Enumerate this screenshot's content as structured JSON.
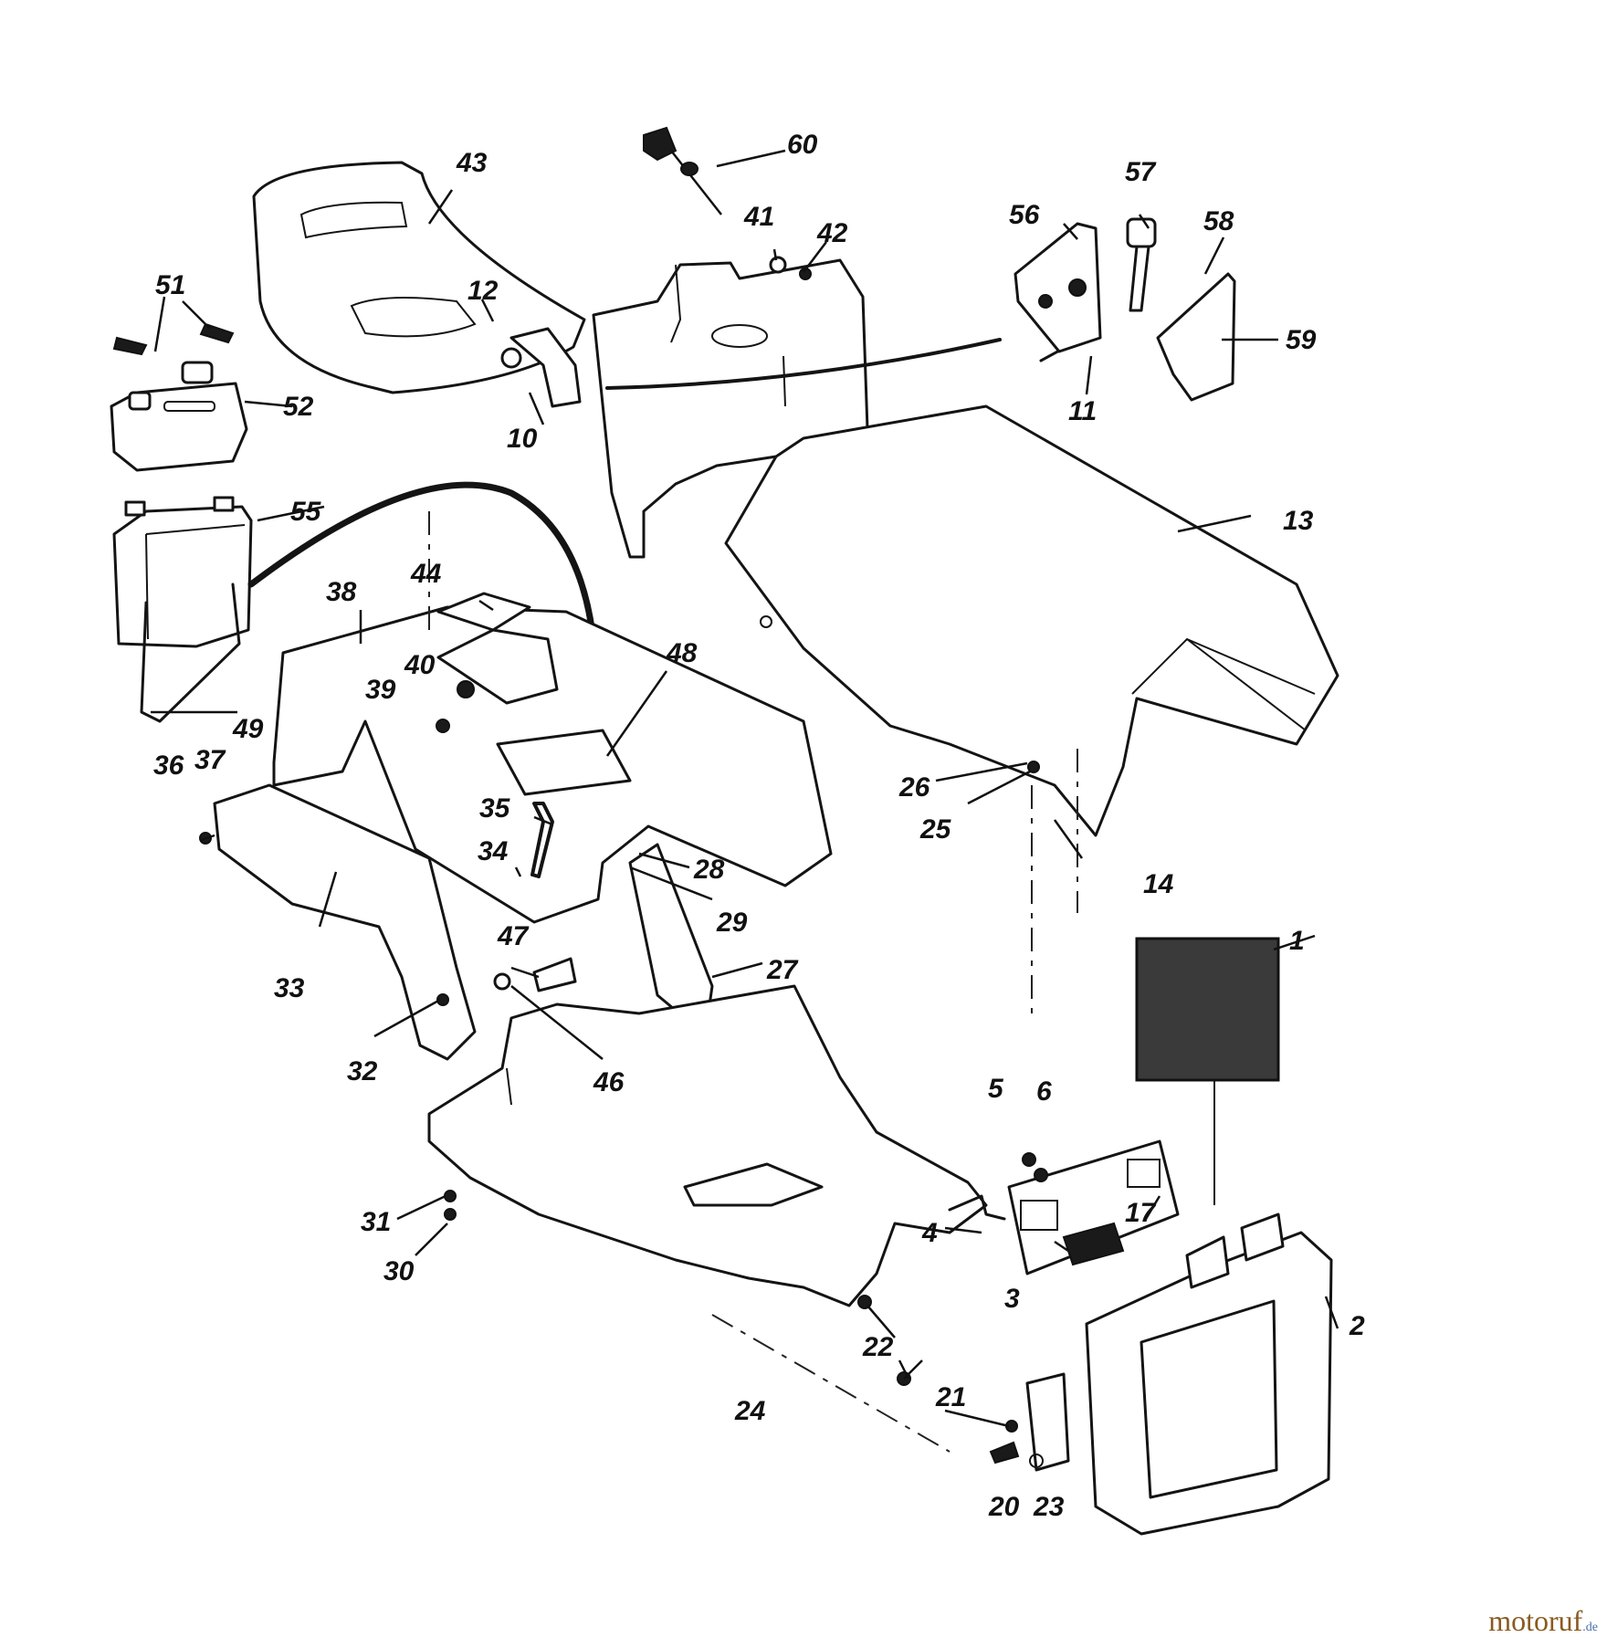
{
  "labels": {
    "p1": "1",
    "p2": "2",
    "p3": "3",
    "p4": "4",
    "p5": "5",
    "p6": "6",
    "p10": "10",
    "p11": "11",
    "p12": "12",
    "p13": "13",
    "p14": "14",
    "p17": "17",
    "p20": "20",
    "p21": "21",
    "p22": "22",
    "p23": "23",
    "p24": "24",
    "p25": "25",
    "p26": "26",
    "p27": "27",
    "p28": "28",
    "p29": "29",
    "p30": "30",
    "p31": "31",
    "p32": "32",
    "p33": "33",
    "p34": "34",
    "p35": "35",
    "p36": "36",
    "p37": "37",
    "p38": "38",
    "p39": "39",
    "p40": "40",
    "p41": "41",
    "p42": "42",
    "p43": "43",
    "p44": "44",
    "p46": "46",
    "p47": "47",
    "p48": "48",
    "p49": "49",
    "p51": "51",
    "p52": "52",
    "p55": "55",
    "p56": "56",
    "p57": "57",
    "p58": "58",
    "p59": "59",
    "p60": "60"
  },
  "watermark": {
    "brand": "motoruf",
    "tld": ".de"
  }
}
